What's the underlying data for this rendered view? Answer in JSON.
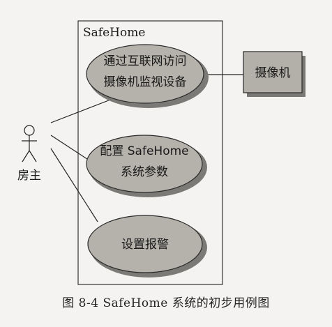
{
  "diagram": {
    "system_boundary_label": "SafeHome",
    "actor": {
      "label": "房主"
    },
    "use_cases": [
      {
        "line1": "通过互联网访问",
        "line2": "摄像机监视设备"
      },
      {
        "line1": "配置 SafeHome",
        "line2": "系统参数"
      },
      {
        "line1": "设置报警",
        "line2": ""
      }
    ],
    "external_box": {
      "label": "摄像机"
    },
    "colors": {
      "ellipse_fill": "#b5b2ab",
      "ellipse_shadow": "#7b7a76",
      "box_fill": "#b3b0a9",
      "box_shadow": "#7a7874",
      "line": "#222222"
    }
  },
  "caption": "图 8-4   SafeHome 系统的初步用例图"
}
